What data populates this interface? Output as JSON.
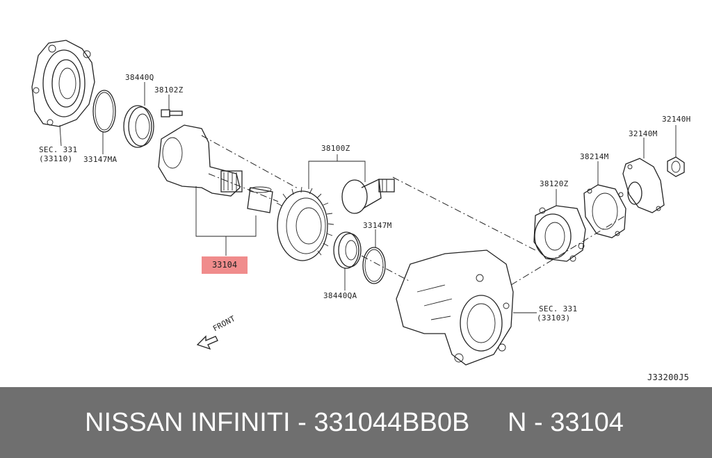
{
  "labels": {
    "sec331_a": "SEC. 331",
    "sec331_a_sub": "(33110)",
    "p33147ma": "33147MA",
    "p38440q": "38440Q",
    "p38102z": "38102Z",
    "p38100z": "38100Z",
    "p33104": "33104",
    "p33147m": "33147M",
    "p38440qa": "38440QA",
    "front": "FRONT",
    "p38120z": "38120Z",
    "p38214m": "38214M",
    "p32140m": "32140M",
    "p32140h": "32140H",
    "sec331_b": "SEC. 331",
    "sec331_b_sub": "(33103)",
    "code": "J33200J5"
  },
  "highlight_color": "#f08c8c",
  "footer": {
    "brand": "NISSAN INFINITI - 331044BB0B",
    "ref": "N - 33104",
    "background": "#6f6f6f"
  }
}
